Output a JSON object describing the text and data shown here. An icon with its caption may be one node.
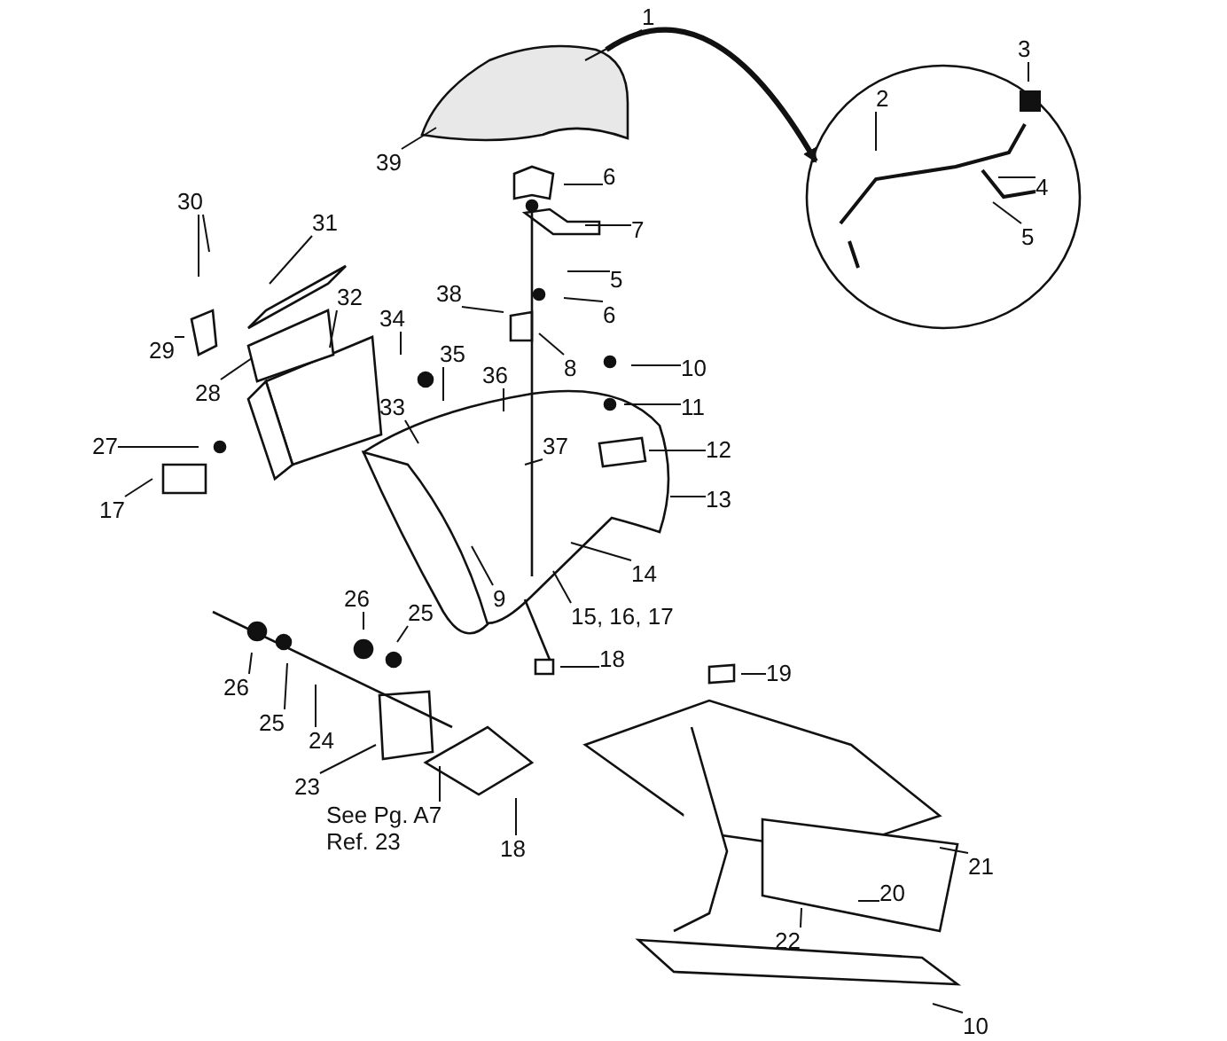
{
  "diagram": {
    "nodes": [
      {
        "text": [],
        "shape": "picture"
      },
      {
        "text": [],
        "shape": "circle"
      },
      {
        "text": [
          "1"
        ]
      },
      {
        "text": [
          "39"
        ]
      },
      {
        "text": [
          "6"
        ]
      },
      {
        "text": [
          "7"
        ]
      },
      {
        "text": [
          "5"
        ]
      },
      {
        "text": [
          "6"
        ]
      },
      {
        "text": [
          "8"
        ]
      },
      {
        "text": [
          "2"
        ],
        "in": 1
      },
      {
        "text": [
          "3"
        ]
      },
      {
        "text": [
          "4"
        ],
        "in": 1
      },
      {
        "text": [
          "5"
        ],
        "in": 1
      },
      {
        "text": [
          "30"
        ]
      },
      {
        "text": [
          "31"
        ]
      },
      {
        "text": [
          "29"
        ]
      },
      {
        "text": [
          "28"
        ]
      },
      {
        "text": [
          "32"
        ]
      },
      {
        "text": [
          "34"
        ]
      },
      {
        "text": [
          "38"
        ]
      },
      {
        "text": [
          "35"
        ]
      },
      {
        "text": [
          "36"
        ]
      },
      {
        "text": [
          "10"
        ]
      },
      {
        "text": [
          "11"
        ]
      },
      {
        "text": [
          "27"
        ]
      },
      {
        "text": [
          "33"
        ]
      },
      {
        "text": [
          "37"
        ]
      },
      {
        "text": [
          "12"
        ]
      },
      {
        "text": [
          "13"
        ]
      },
      {
        "text": [
          "17"
        ]
      },
      {
        "text": [
          "14"
        ]
      },
      {
        "text": [
          "9"
        ]
      },
      {
        "text": [
          "15, 16, 17"
        ]
      },
      {
        "text": [
          "26"
        ]
      },
      {
        "text": [
          "25"
        ]
      },
      {
        "text": [
          "26"
        ]
      },
      {
        "text": [
          "25"
        ]
      },
      {
        "text": [
          "24"
        ]
      },
      {
        "text": [
          "23"
        ]
      },
      {
        "text": [
          "18"
        ]
      },
      {
        "text": [
          "19"
        ]
      },
      {
        "text": [
          "See Pg. A7 Ref. 23"
        ]
      },
      {
        "text": [
          "18"
        ]
      },
      {
        "text": [
          "20"
        ]
      },
      {
        "text": [
          "21"
        ]
      },
      {
        "text": [
          "22"
        ]
      },
      {
        "text": [
          "10"
        ]
      }
    ],
    "edges": [
      {
        "from": 0,
        "to": 1,
        "arrow": "to",
        "style": "thick"
      },
      {
        "from": 2,
        "to": 0,
        "arrow": "none"
      },
      {
        "from": 3,
        "to": 0,
        "arrow": "none"
      },
      {
        "from": 4,
        "to": null,
        "arrow": "none"
      },
      {
        "from": 5,
        "to": null,
        "arrow": "none"
      },
      {
        "from": 6,
        "to": null,
        "arrow": "none"
      },
      {
        "from": 7,
        "to": null,
        "arrow": "none"
      },
      {
        "from": 8,
        "to": null,
        "arrow": "none"
      },
      {
        "from": 9,
        "to": null,
        "arrow": "none"
      },
      {
        "from": 10,
        "to": null,
        "arrow": "none"
      },
      {
        "from": 11,
        "to": null,
        "arrow": "none"
      },
      {
        "from": 12,
        "to": null,
        "arrow": "none"
      },
      {
        "from": 13,
        "to": null,
        "arrow": "none"
      },
      {
        "from": 13,
        "to": null,
        "arrow": "none"
      },
      {
        "from": 14,
        "to": null,
        "arrow": "none"
      },
      {
        "from": 15,
        "to": null,
        "arrow": "none"
      },
      {
        "from": 16,
        "to": null,
        "arrow": "none"
      },
      {
        "from": 17,
        "to": null,
        "arrow": "none"
      },
      {
        "from": 18,
        "to": null,
        "arrow": "none"
      },
      {
        "from": 19,
        "to": null,
        "arrow": "none"
      },
      {
        "from": 20,
        "to": null,
        "arrow": "none"
      },
      {
        "from": 21,
        "to": null,
        "arrow": "none"
      },
      {
        "from": 22,
        "to": null,
        "arrow": "none"
      },
      {
        "from": 23,
        "to": null,
        "arrow": "none"
      },
      {
        "from": 24,
        "to": null,
        "arrow": "none"
      },
      {
        "from": 25,
        "to": null,
        "arrow": "none"
      },
      {
        "from": 26,
        "to": null,
        "arrow": "none"
      },
      {
        "from": 27,
        "to": null,
        "arrow": "none"
      },
      {
        "from": 28,
        "to": null,
        "arrow": "none"
      },
      {
        "from": 29,
        "to": null,
        "arrow": "none"
      },
      {
        "from": 30,
        "to": null,
        "arrow": "none"
      },
      {
        "from": 31,
        "to": null,
        "arrow": "none"
      },
      {
        "from": 32,
        "to": null,
        "arrow": "none"
      },
      {
        "from": 33,
        "to": null,
        "arrow": "none"
      },
      {
        "from": 34,
        "to": null,
        "arrow": "none"
      },
      {
        "from": 35,
        "to": null,
        "arrow": "none"
      },
      {
        "from": 36,
        "to": null,
        "arrow": "none"
      },
      {
        "from": 37,
        "to": null,
        "arrow": "none"
      },
      {
        "from": 38,
        "to": null,
        "arrow": "none"
      },
      {
        "from": 39,
        "to": null,
        "arrow": "none"
      },
      {
        "from": 40,
        "to": null,
        "arrow": "none"
      },
      {
        "from": 41,
        "to": null,
        "arrow": "none"
      },
      {
        "from": 42,
        "to": null,
        "arrow": "none"
      },
      {
        "from": 43,
        "to": null,
        "arrow": "none"
      },
      {
        "from": 44,
        "to": null,
        "arrow": "none"
      },
      {
        "from": 45,
        "to": null,
        "arrow": "none"
      },
      {
        "from": 46,
        "to": null,
        "arrow": "none"
      }
    ]
  }
}
